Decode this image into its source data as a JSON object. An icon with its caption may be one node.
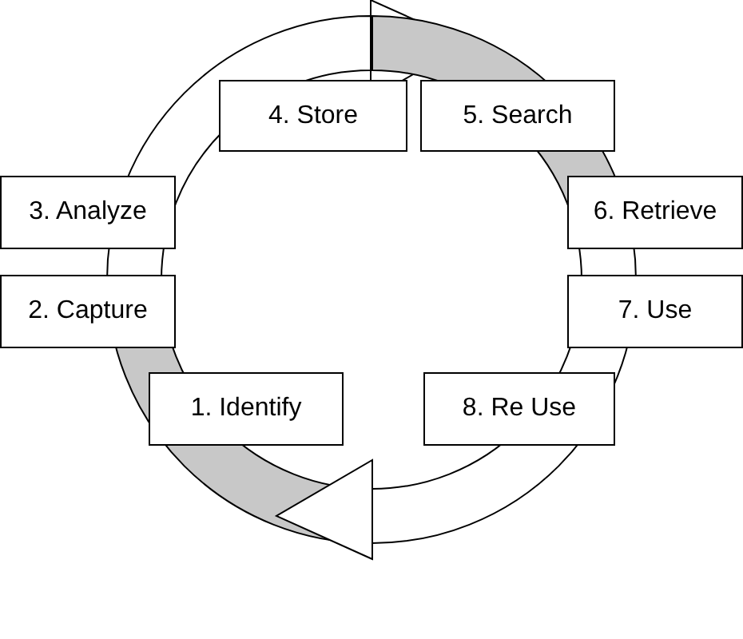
{
  "diagram": {
    "nodes": [
      {
        "text": [
          "1. Identify"
        ]
      },
      {
        "text": [
          "2. Capture"
        ]
      },
      {
        "text": [
          "3. Analyze"
        ]
      },
      {
        "text": [
          "4. Store"
        ]
      },
      {
        "text": [
          "5. Search"
        ]
      },
      {
        "text": [
          "6. Retrieve"
        ]
      },
      {
        "text": [
          "7. Use"
        ]
      },
      {
        "text": [
          "8. Re Use"
        ]
      }
    ]
  }
}
